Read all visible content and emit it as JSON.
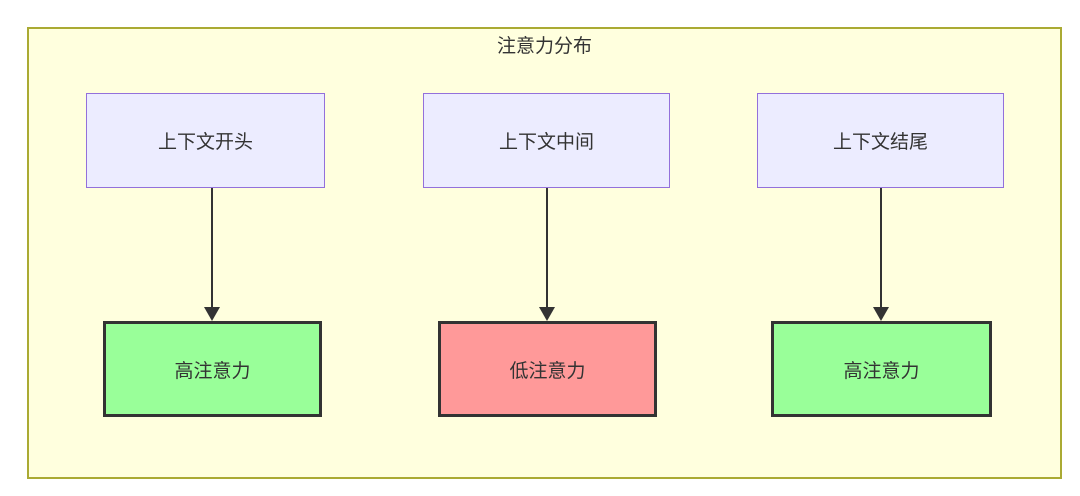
{
  "diagram": {
    "title": "注意力分布",
    "columns": [
      {
        "source": "上下文开头",
        "target": "高注意力",
        "attention_level": "high"
      },
      {
        "source": "上下文中间",
        "target": "低注意力",
        "attention_level": "low"
      },
      {
        "source": "上下文结尾",
        "target": "高注意力",
        "attention_level": "high"
      }
    ],
    "colors": {
      "cluster_fill": "#FFFFDE",
      "cluster_border": "#AAAA33",
      "source_node_fill": "#ECECFF",
      "source_node_border": "#9370DB",
      "high_attention_fill": "#99FF99",
      "low_attention_fill": "#FF9999",
      "target_node_border": "#333333",
      "arrow_color": "#333333",
      "text_color": "#333333"
    }
  }
}
